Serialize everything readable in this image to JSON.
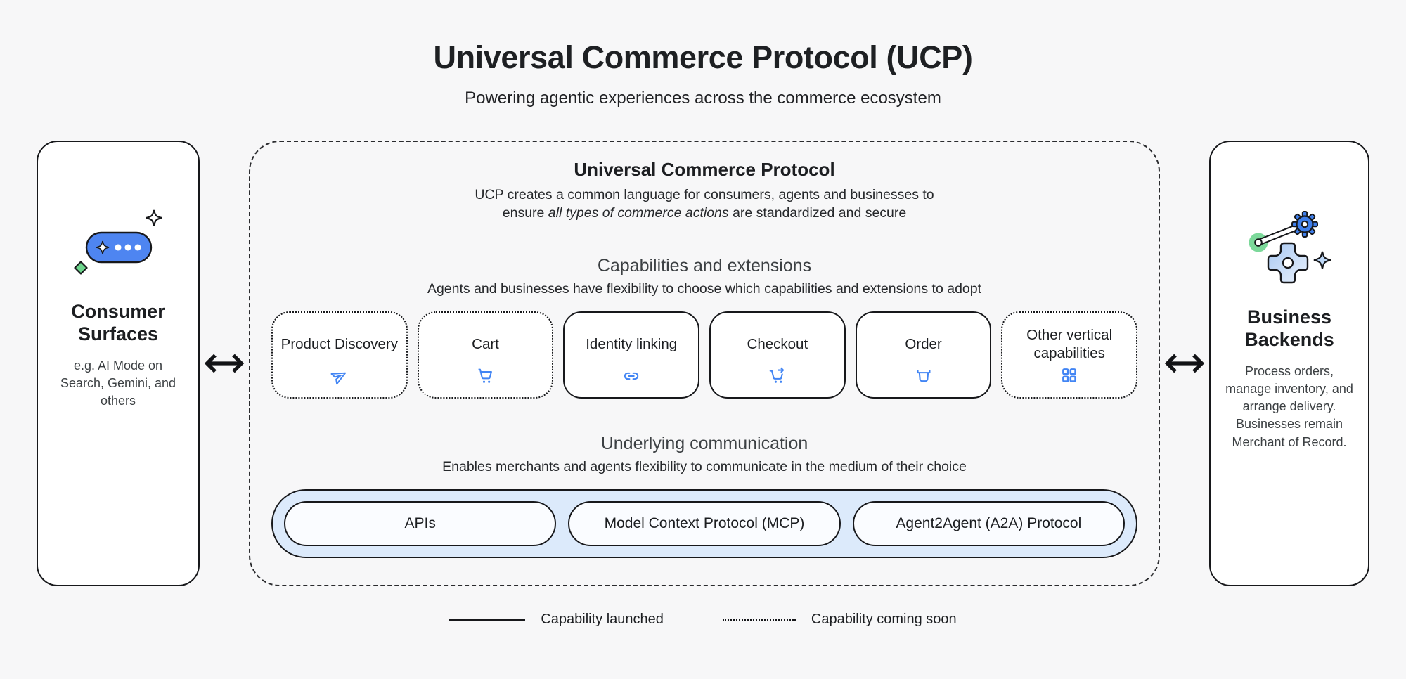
{
  "header": {
    "title": "Universal Commerce Protocol (UCP)",
    "subtitle": "Powering agentic experiences across the commerce ecosystem"
  },
  "consumer_surfaces": {
    "title": "Consumer Surfaces",
    "description": "e.g. AI Mode on Search, Gemini, and others",
    "icon": "ai-chat-sparkle-icon"
  },
  "business_backends": {
    "title": "Business Backends",
    "description": "Process orders, manage inventory, and arrange delivery. Businesses remain Merchant of Record.",
    "icon": "gears-machinery-icon"
  },
  "ucp_panel": {
    "title": "Universal Commerce Protocol",
    "description": {
      "part1": "UCP creates a common language for consumers, agents and businesses to ensure ",
      "italic": "all types of commerce actions",
      "part2": " are standardized and secure"
    },
    "capabilities": {
      "heading": "Capabilities and extensions",
      "subheading": "Agents and businesses have flexibility to choose which capabilities and extensions to adopt",
      "items": [
        {
          "label": "Product Discovery",
          "icon": "send-icon",
          "status": "coming-soon"
        },
        {
          "label": "Cart",
          "icon": "cart-icon",
          "status": "coming-soon"
        },
        {
          "label": "Identity linking",
          "icon": "link-icon",
          "status": "launched"
        },
        {
          "label": "Checkout",
          "icon": "cart-checkout-icon",
          "status": "launched"
        },
        {
          "label": "Order",
          "icon": "order-bin-icon",
          "status": "launched"
        },
        {
          "label": "Other vertical capabilities",
          "icon": "grid-icon",
          "status": "coming-soon"
        }
      ]
    },
    "communication": {
      "heading": "Underlying communication",
      "subheading": "Enables merchants and agents flexibility to communicate in the medium of their choice",
      "protocols": [
        "APIs",
        "Model Context Protocol (MCP)",
        "Agent2Agent (A2A) Protocol"
      ]
    }
  },
  "legend": {
    "launched_label": "Capability launched",
    "coming_soon_label": "Capability coming soon"
  },
  "colors": {
    "page_bg": "#F7F7F8",
    "card_bg": "#FFFFFF",
    "border_dark": "#17181B",
    "accent_blue": "#4285F4",
    "band_bg": "#DCEAFB",
    "pill_bg": "#FAFCFF",
    "green_accent": "#6DD58C",
    "light_blue": "#BFD9F8"
  }
}
